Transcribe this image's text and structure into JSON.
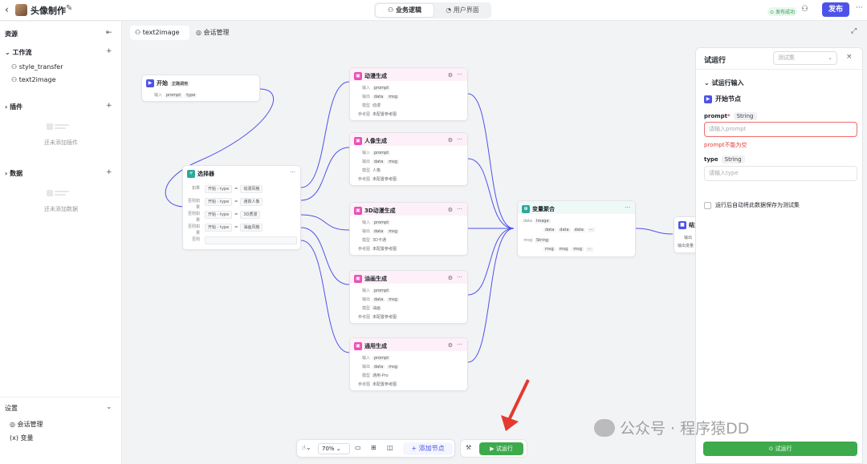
{
  "header": {
    "back_icon": "chevron-left-icon",
    "title": "头像制作",
    "seg_logic": "业务逻辑",
    "seg_ui": "用户界面",
    "status": "发布成功",
    "publish": "发布"
  },
  "sidebar": {
    "resources": "资源",
    "workflow": "工作流",
    "workflows": [
      "style_transfer",
      "text2image"
    ],
    "plugins": "插件",
    "plugins_empty": "还未添加插件",
    "data": "数据",
    "data_empty": "还未添加数据",
    "settings": "设置",
    "session": "会话管理",
    "variables": "变量"
  },
  "tabs": [
    "text2image",
    "会话管理"
  ],
  "nodes": {
    "start": {
      "title": "开始",
      "tag": "正确调用",
      "input_label": "输入",
      "params": [
        "prompt",
        "type"
      ]
    },
    "selector": {
      "title": "选择器",
      "if": "如果",
      "elif": "否则如果",
      "else": "否则",
      "conds": [
        {
          "a": "开始 - type",
          "op": "=",
          "v": "动漫风格"
        },
        {
          "a": "开始 - type",
          "op": "=",
          "v": "通真人像"
        },
        {
          "a": "开始 - type",
          "op": "=",
          "v": "3D质漫"
        },
        {
          "a": "开始 - type",
          "op": "=",
          "v": "油画风格"
        }
      ]
    },
    "gen_labels": {
      "input": "输入",
      "output": "输出",
      "model": "模型",
      "ref": "参考图",
      "ref_val": "未配置参考图",
      "in_param": "prompt",
      "out1": "data",
      "out2": "msg"
    },
    "gens": [
      {
        "title": "动漫生成",
        "model": "动漫"
      },
      {
        "title": "人像生成",
        "model": "人像"
      },
      {
        "title": "3D动漫生成",
        "model": "3D卡通"
      },
      {
        "title": "油画生成",
        "model": "油画"
      },
      {
        "title": "通用生成",
        "model": "通用-Pro"
      }
    ],
    "merge": {
      "title": "变量聚合",
      "g1": "data",
      "g2": "msg",
      "t1": "Image",
      "t2": "String",
      "items1": [
        "data",
        "data",
        "data"
      ],
      "items2": [
        "msg",
        "msg",
        "msg"
      ]
    },
    "end": {
      "title": "结束",
      "out": "输出",
      "out_val": "输出变量"
    }
  },
  "toolbar": {
    "zoom": "70%",
    "add_node": "添加节点",
    "run": "试运行"
  },
  "panel": {
    "title": "试运行",
    "testset": "测试集",
    "section": "试运行输入",
    "node": "开始节点",
    "f1": "prompt",
    "f1_type": "String",
    "f1_ph": "请输入prompt",
    "f1_err": "prompt不能为空",
    "f2": "type",
    "f2_type": "String",
    "f2_ph": "请输入type",
    "save": "运行后自动将此数据保存为测试集",
    "run": "试运行"
  },
  "watermark": "公众号 · 程序猿DD",
  "colors": {
    "accent": "#4d53e8",
    "run": "#3daa4c",
    "error": "#e03c3c",
    "gen": "#e94fb5",
    "edge": "#4d53e8"
  }
}
